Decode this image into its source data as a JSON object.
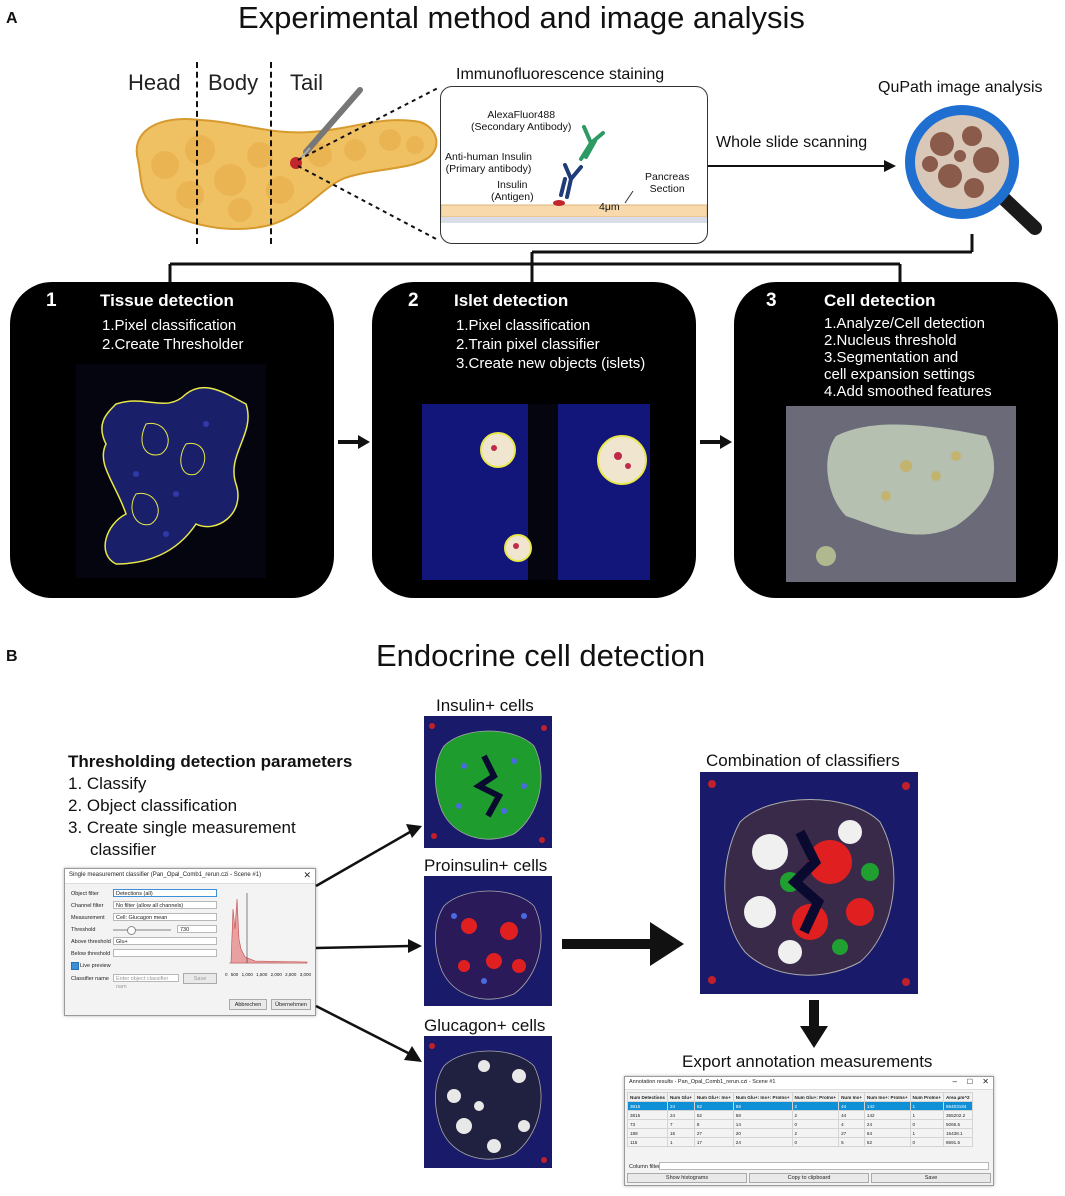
{
  "panel_a": {
    "letter": "A",
    "title": "Experimental method and image analysis",
    "regions": [
      "Head",
      "Body",
      "Tail"
    ],
    "staining": {
      "title": "Immunofluorescence staining",
      "secondary": "AlexaFluor488",
      "secondary_sub": "(Secondary Antibody)",
      "primary": "Anti-human Insulin",
      "primary_sub": "(Primary antibody)",
      "antigen": "Insulin",
      "antigen_sub": "(Antigen)",
      "section": "Pancreas",
      "section_sub": "Section",
      "thickness": "4μm"
    },
    "scanning_label": "Whole slide scanning",
    "qupath_label": "QuPath image analysis",
    "steps": [
      {
        "num": "1",
        "title": "Tissue detection",
        "lines": [
          "1.Pixel classification",
          "2.Create Thresholder"
        ]
      },
      {
        "num": "2",
        "title": "Islet detection",
        "lines": [
          "1.Pixel classification",
          "2.Train pixel classifier",
          "3.Create new objects (islets)"
        ]
      },
      {
        "num": "3",
        "title": "Cell detection",
        "lines": [
          "1.Analyze/Cell detection",
          "2.Nucleus threshold",
          "3.Segmentation and",
          "cell expansion settings",
          "4.Add smoothed features"
        ]
      }
    ]
  },
  "panel_b": {
    "letter": "B",
    "title": "Endocrine cell detection",
    "params_title": "Thresholding detection parameters",
    "params": [
      "1. Classify",
      "2. Object classification",
      "3. Create single measurement",
      "classifier"
    ],
    "cell_types": [
      "Insulin+ cells",
      "Proinsulin+ cells",
      "Glucagon+ cells"
    ],
    "combination_label": "Combination of classifiers",
    "export_label": "Export annotation measurements",
    "classifier_window": {
      "title": "Single measurement classifier (Pan_Opal_Comb1_rerun.czi - Scene #1)",
      "rows": [
        {
          "label": "Object filter",
          "value": "Detections (all)"
        },
        {
          "label": "Channel filter",
          "value": "No filter (allow all channels)"
        },
        {
          "label": "Measurement",
          "value": "Cell: Glucagon mean"
        },
        {
          "label": "Threshold",
          "value": "730"
        },
        {
          "label": "Above threshold",
          "value": "Glu+"
        },
        {
          "label": "Below threshold",
          "value": ""
        }
      ],
      "live_preview": "Live preview",
      "classifier_name_label": "Classifier name",
      "classifier_name_placeholder": "Enter object classifier nam",
      "save": "Save",
      "cancel": "Abbrechen",
      "apply": "Übernehmen",
      "hist_ticks": [
        "0",
        "500",
        "1,000",
        "1,500",
        "2,000",
        "2,500",
        "3,000"
      ]
    },
    "results_window": {
      "title": "Annotation results - Pan_Opal_Comb1_rerun.czi - Scene #1",
      "columns": [
        "Num Detections",
        "Num Glu+",
        "Num Glu+: Ins+",
        "Num Glu+: Ins+: ProIns+",
        "Num Glu+: ProIns+",
        "Num Ins+",
        "Num Ins+: ProIns+",
        "Num ProIns+",
        "Area μm^2"
      ],
      "rows": [
        [
          "3815",
          "24",
          "52",
          "58",
          "2",
          "44",
          "142",
          "1",
          "86403184"
        ],
        [
          "3815",
          "24",
          "52",
          "58",
          "2",
          "44",
          "142",
          "1",
          "355202.2"
        ],
        [
          "73",
          "7",
          "8",
          "14",
          "0",
          "4",
          "24",
          "0",
          "5065.5"
        ],
        [
          "188",
          "16",
          "27",
          "20",
          "2",
          "27",
          "64",
          "1",
          "15438.1"
        ],
        [
          "115",
          "1",
          "17",
          "24",
          "0",
          "5",
          "52",
          "0",
          "8691.5"
        ]
      ],
      "column_filter": "Column filter",
      "buttons": [
        "Show histograms",
        "Copy to clipboard",
        "Save"
      ]
    }
  }
}
